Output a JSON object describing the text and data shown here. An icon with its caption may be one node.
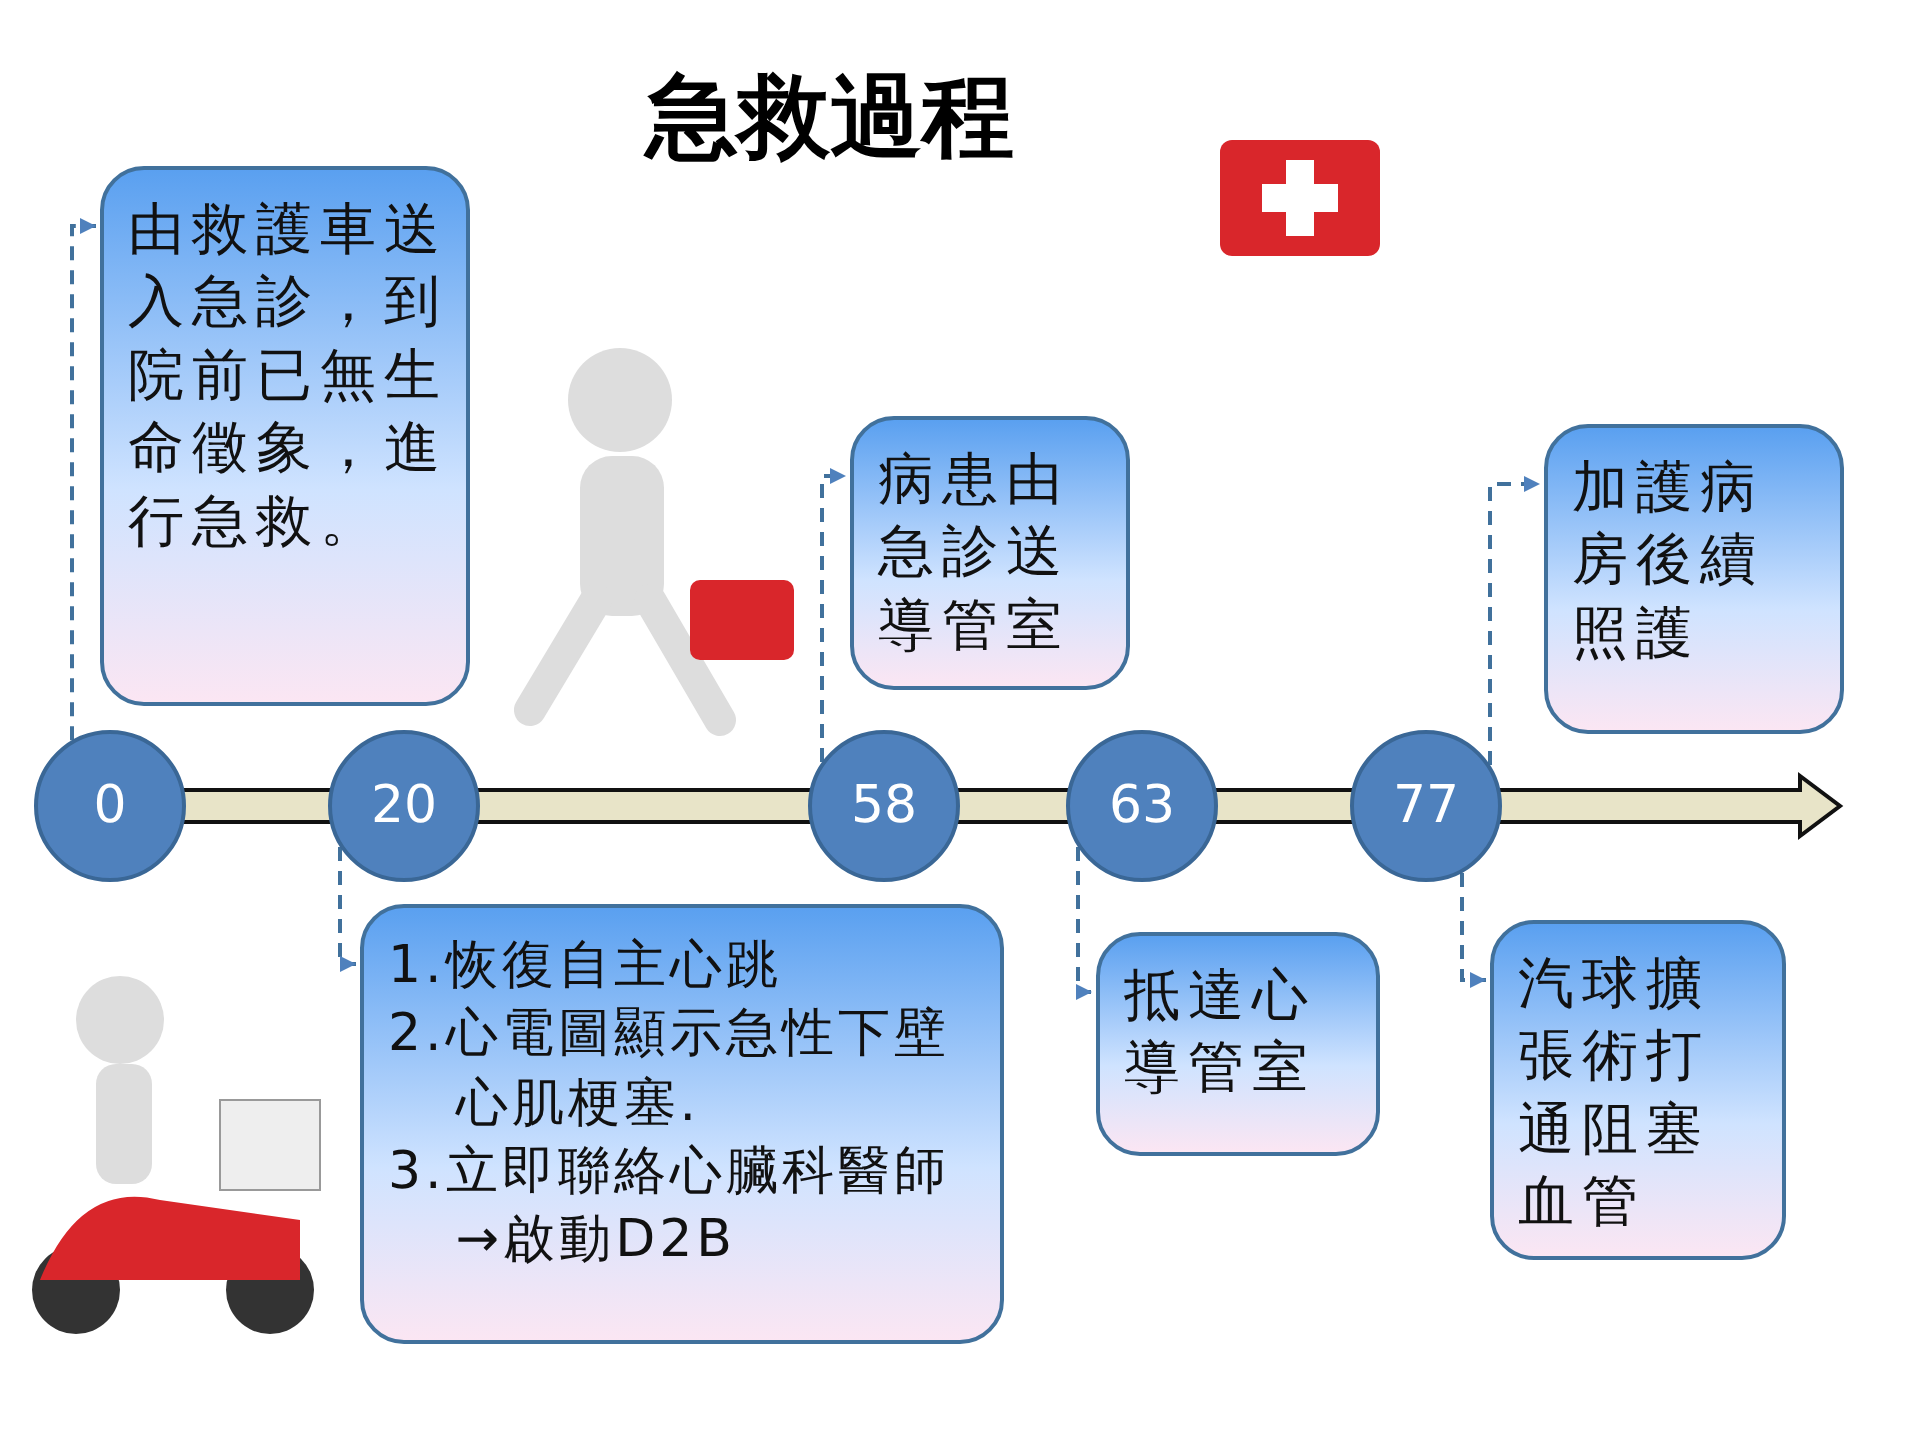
{
  "diagram": {
    "title": "急救過程",
    "nodes": [
      {
        "text": [
          "由救護車送入急診，到院前已無生命徵象，進行急救。"
        ]
      },
      {
        "text": [
          "病患由急診送導管室"
        ]
      },
      {
        "text": [
          "加護病房後續照護"
        ]
      },
      {
        "text": [
          "0"
        ]
      },
      {
        "text": [
          "20"
        ]
      },
      {
        "text": [
          "58"
        ]
      },
      {
        "text": [
          "63"
        ]
      },
      {
        "text": [
          "77"
        ]
      },
      {
        "text": [
          "1.恢復自主心跳",
          "2.心電圖顯示急性下壁心肌梗塞.",
          "3.立即聯絡心臟科醫師→啟動D2B"
        ]
      },
      {
        "text": [
          "抵達心導管室"
        ]
      },
      {
        "text": [
          "汽球擴張術打通阻塞血管"
        ]
      }
    ],
    "edges": [
      {
        "from": 3,
        "to": 0,
        "arrow": "to",
        "style": "dashed"
      },
      {
        "from": 4,
        "to": 8,
        "arrow": "to",
        "style": "dashed"
      },
      {
        "from": 5,
        "to": 1,
        "arrow": "to",
        "style": "dashed"
      },
      {
        "from": 6,
        "to": 9,
        "arrow": "to",
        "style": "dashed"
      },
      {
        "from": 7,
        "to": 2,
        "arrow": "to",
        "style": "dashed"
      },
      {
        "from": 7,
        "to": 10,
        "arrow": "to",
        "style": "dashed"
      }
    ]
  }
}
